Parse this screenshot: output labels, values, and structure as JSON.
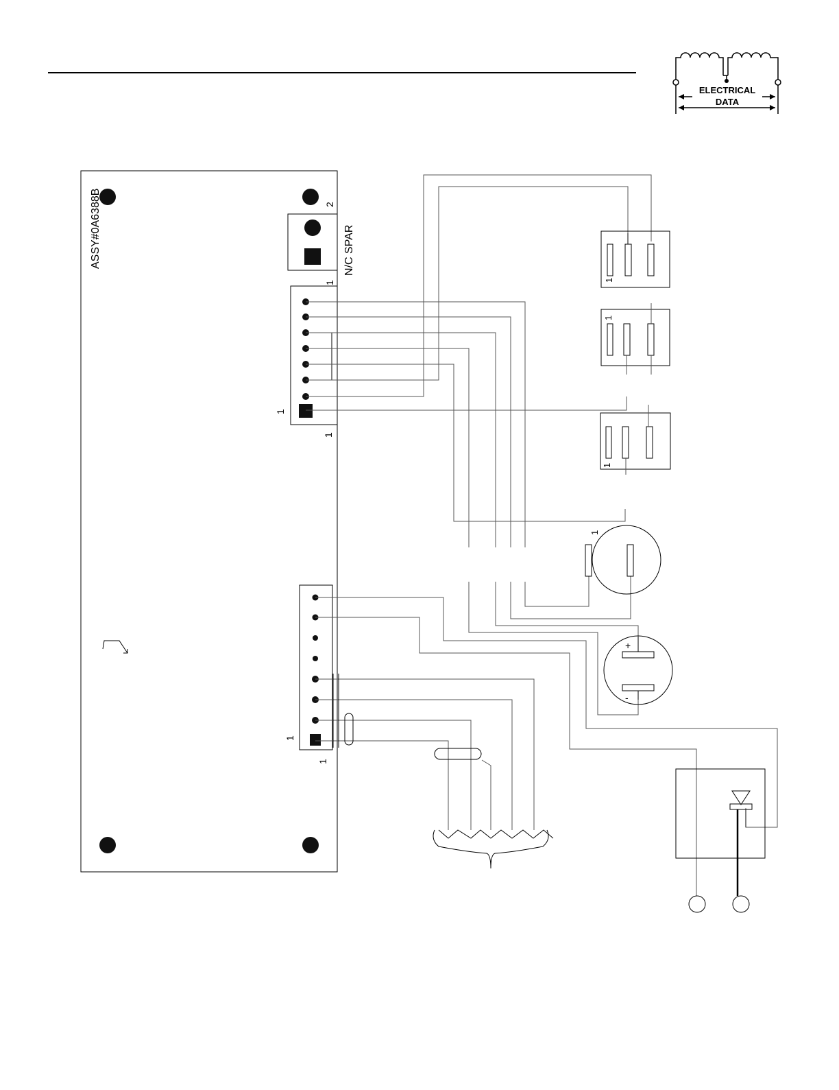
{
  "header": {
    "logo_line1": "ELECTRICAL",
    "logo_line2": "DATA"
  },
  "board": {
    "assembly_label": "ASSY#0A6388B",
    "connector_label_partial": "N/C SPAR",
    "pin_label_2": "2",
    "pin_labels_1": [
      "1",
      "1",
      "1",
      "1",
      "1"
    ]
  },
  "components": {
    "relay_pin_labels": [
      "1",
      "1",
      "1"
    ],
    "motor_pin_label": "1",
    "cap_plus": "+",
    "cap_minus": "-"
  }
}
